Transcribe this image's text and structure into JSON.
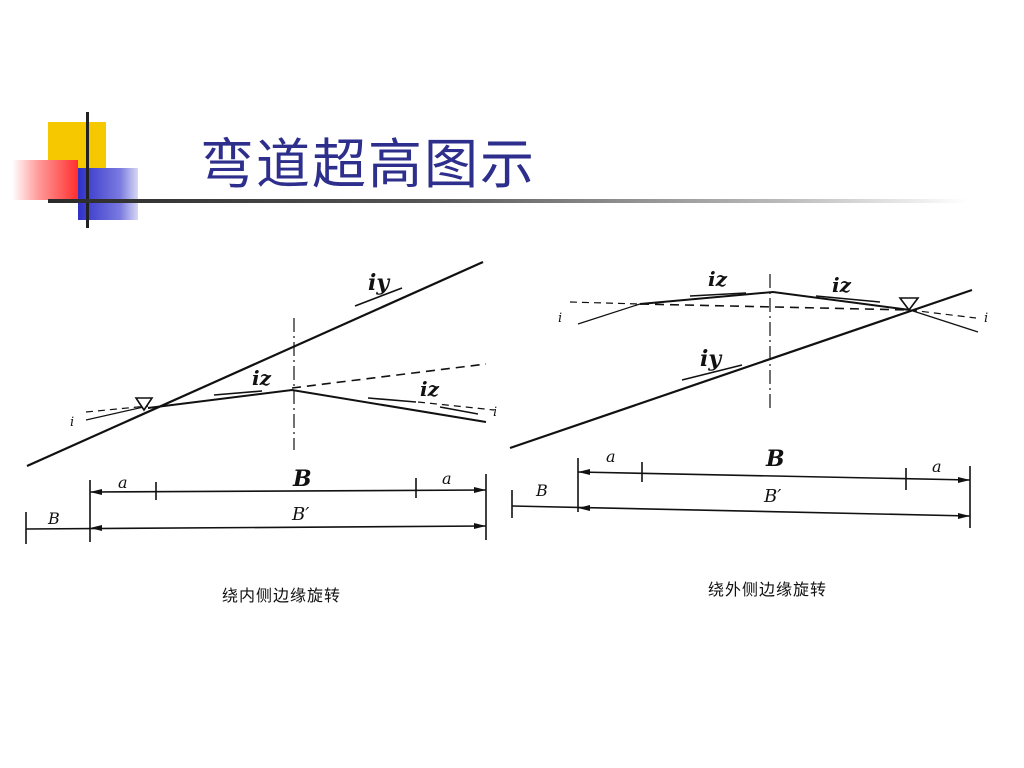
{
  "title": "弯道超高图示",
  "left_figure": {
    "caption": "绕内侧边缘旋转",
    "labels": {
      "iy": "iy",
      "iz_center": "iz",
      "iz_right": "iz",
      "i1": "i",
      "i_right": "i",
      "a_left": "a",
      "a_right": "a",
      "B": "B",
      "B_prime": "B′",
      "B1": "B"
    }
  },
  "right_figure": {
    "caption": "绕外侧边缘旋转",
    "labels": {
      "iz_left": "iz",
      "iz_right": "iz",
      "iy": "iy",
      "i1_left": "i",
      "i1_right": "i",
      "a_left": "a",
      "a_right": "a",
      "B": "B",
      "B_prime": "B′",
      "B1": "B"
    }
  },
  "colors": {
    "title": "#2e2e8c",
    "deco_yellow": "#f6c800",
    "deco_blue": "#3b3bd0",
    "deco_red": "#ff3b3b"
  }
}
